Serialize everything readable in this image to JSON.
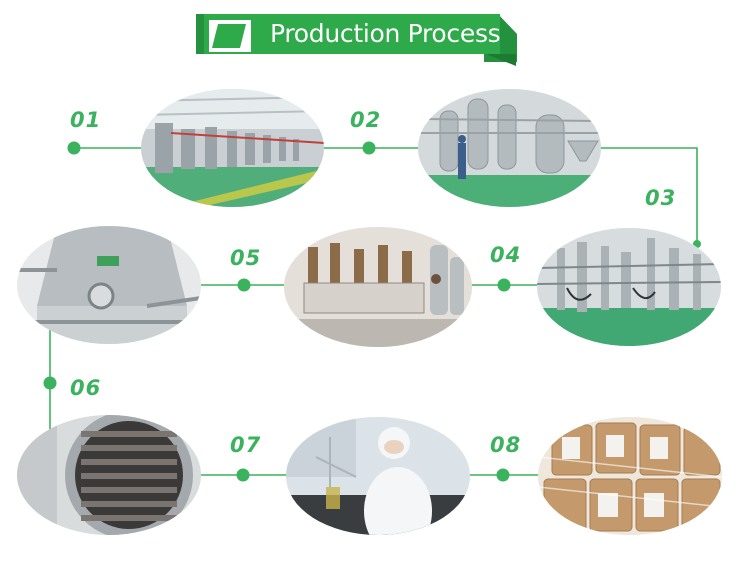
{
  "header": {
    "title": "Production Process",
    "accent_color": "#2eaa4a",
    "accent_dark": "#23913d"
  },
  "steps": [
    {
      "number": "01",
      "image": "factory-hall-photo"
    },
    {
      "number": "02",
      "image": "evaporator-tanks-photo"
    },
    {
      "number": "03",
      "image": "pipeline-room-photo"
    },
    {
      "number": "04",
      "image": "control-columns-photo"
    },
    {
      "number": "05",
      "image": "spray-dryer-photo"
    },
    {
      "number": "06",
      "image": "freeze-dryer-photo"
    },
    {
      "number": "07",
      "image": "lab-worker-photo"
    },
    {
      "number": "08",
      "image": "packaged-drums-photo"
    }
  ],
  "line_color": "#3bb25d"
}
